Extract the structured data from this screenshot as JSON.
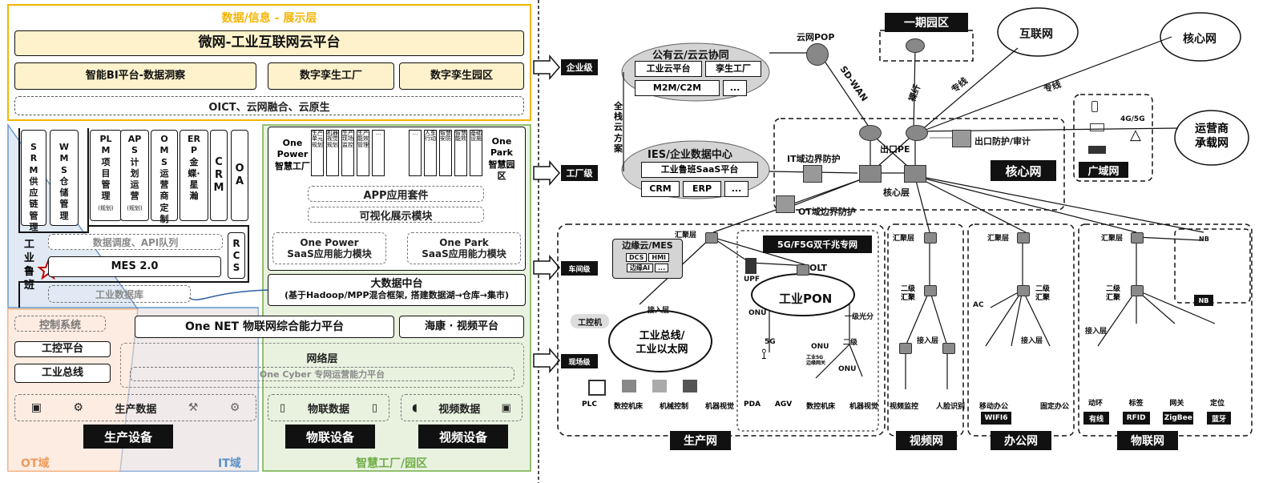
{
  "left": {
    "display_layer": {
      "title": "数据/信息 - 展示层",
      "platform": "微网-工业互联网云平台",
      "items": [
        "智能BI平台-数据洞察",
        "数字孪生工厂",
        "数字孪生园区"
      ],
      "oict": "OICT、云网融合、云原生"
    },
    "apps": {
      "srm": "SRM\n供应链管理",
      "wms": "WMS\n仓储管理",
      "plm": "PLM\n项目管理",
      "plm_note": "(规划)",
      "aps": "APS\n计划运营",
      "aps_note": "(规划)",
      "oms": "OMS\n运营商定制",
      "erp": "ERP\n金蝶·星瀚",
      "crm": "CRM",
      "oa": "OA",
      "gongye_luban": "工业鲁班",
      "data_scheduling": "数据调度、API队列",
      "rcs": "RCS",
      "mes": "MES 2.0",
      "industrial_db": "工业数据库"
    },
    "smart": {
      "one_power": "One Power\n智慧工厂",
      "one_park": "One Park\n智慧园区",
      "power_modules": [
        "生产单元规划",
        "机器视觉规划",
        "生产现场监控",
        "生产能效管理",
        "…"
      ],
      "park_modules": [
        "…",
        "人车行动",
        "智慧安防",
        "智慧能效",
        "基础设施"
      ],
      "app_suite": "APP应用套件",
      "visual_module": "可视化展示模块",
      "one_power_saas": "One Power\nSaaS应用能力模块",
      "one_park_saas": "One Park\nSaaS应用能力模块",
      "bigdata": "大数据中台",
      "bigdata_sub": "(基于Hadoop/MPP混合框架, 搭建数据湖→仓库→集市)"
    },
    "control": {
      "control_system": "控制系统",
      "one_net": "One NET 物联网综合能力平台",
      "haikang": "海康 · 视频平台",
      "industrial_platform": "工控平台",
      "industrial_bus": "工业总线",
      "network_layer": "网络层",
      "one_cyber": "One Cyber 专网运营能力平台"
    },
    "devices": {
      "production_data": "生产数据",
      "iot_data": "物联数据",
      "video_data": "视频数据",
      "production_equipment": "生产设备",
      "iot_equipment": "物联设备",
      "video_equipment": "视频设备"
    },
    "zones": {
      "ot": "OT域",
      "it": "IT域",
      "smart_factory": "智慧工厂/园区"
    }
  },
  "arrows": [
    "企业级",
    "工厂级",
    "车间级",
    "现场级"
  ],
  "right": {
    "cloud_collab": "公有云/云云协同",
    "cloud_items": [
      "工业云平台",
      "孪生工厂",
      "M2M/C2M",
      "..."
    ],
    "full_stack": "全栈云方案",
    "ies": "IES/企业数据中心",
    "ies_items": [
      "工业鲁班SaaS平台",
      "CRM",
      "ERP",
      "..."
    ],
    "cloud_pop": "云网POP",
    "sdwan": "SD-WAN",
    "phase1": "一期园区",
    "internet": "互联网",
    "core_net_cloud": "核心网",
    "carrier": "运营商\n承载网",
    "wan": "广域网",
    "lines": [
      "裸纤",
      "专线",
      "专线"
    ],
    "exit_pe": "出口PE",
    "exit_audit": "出口防护/审计",
    "it_boundary": "IT域边界防护",
    "core_layer": "核心层",
    "core_net": "核心网",
    "ot_boundary": "OT域边界防护",
    "g4g5": "4G/5G",
    "converge": "汇聚层",
    "edge_cloud": "边缘云/MES",
    "edge_items": [
      "DCS",
      "HMI",
      "边缘AI",
      "..."
    ],
    "f5g": "5G/F5G双千兆专网",
    "olt": "OLT",
    "upf": "UPF",
    "pon": "工业PON",
    "onu": "ONU",
    "split1": "一级光分",
    "split2": "二级",
    "access": "接入层",
    "industrial_pc": "工控机",
    "bus_net": "工业总线/\n工业以太网",
    "g5": "5G",
    "gateway5g": "工业5G\n边缘网关",
    "prod_devices": [
      "PLC",
      "数控机床",
      "机械控制",
      "机器视觉"
    ],
    "pon_devices": [
      "PDA",
      "AGV",
      "数控机床",
      "机器视觉"
    ],
    "second_converge": "二级\n汇聚",
    "video_devices": [
      "视频监控",
      "人脸识别"
    ],
    "ac": "AC",
    "office_devices": [
      "移动办公",
      "固定办公"
    ],
    "wifi6": "WIFI6",
    "iot_devices": [
      "动环",
      "标签",
      "网关",
      "定位"
    ],
    "iot_badges": [
      "有线",
      "RFID",
      "ZigBee",
      "蓝牙"
    ],
    "nb": "NB",
    "nets": [
      "生产网",
      "视频网",
      "办公网",
      "物联网"
    ]
  },
  "colors": {
    "display": "#f5b400",
    "cream": "#fdf2cc",
    "it": "#5b8fc7",
    "ot": "#ef9a5a",
    "green": "#70ad47"
  }
}
